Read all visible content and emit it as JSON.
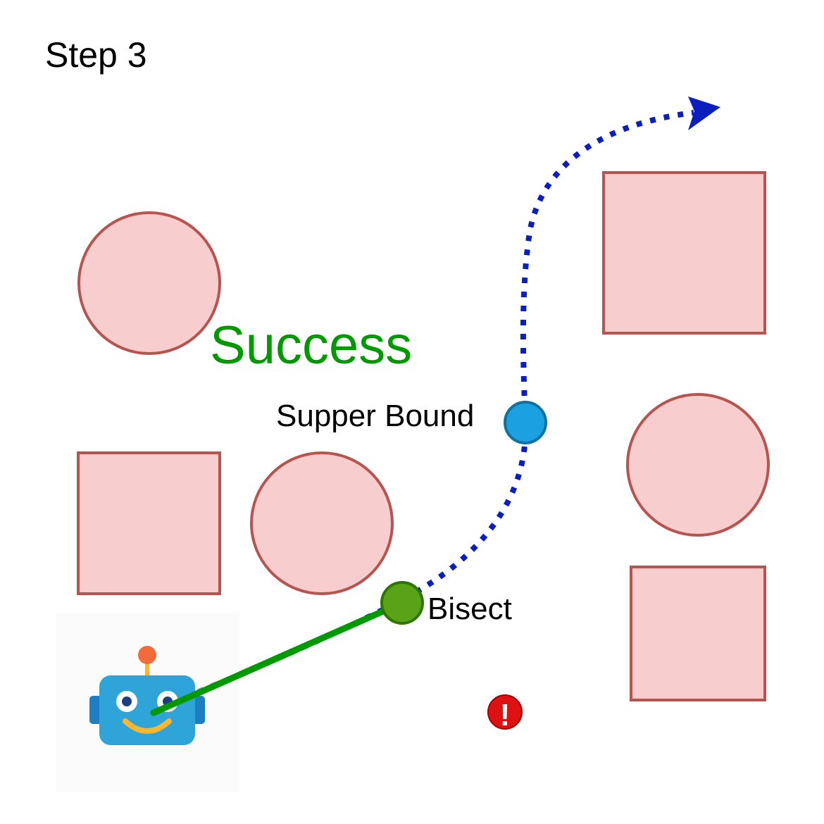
{
  "step_label": "Step 3",
  "status_label": "Success",
  "upper_bound_label": "Supper Bound",
  "bisect_label": "Bisect",
  "warning_glyph": "!",
  "colors": {
    "obstacle_fill": "#f8cdcd",
    "obstacle_stroke": "#b85450",
    "path": "#0b1fbf",
    "success_text": "#009900",
    "bisect_line": "#009900",
    "bisect_point": "#5aa317",
    "upper_bound_point": "#1ba1e2",
    "robot_body": "#2ea4d8",
    "robot_antenna": "#f26b3a",
    "robot_smile": "#f7b731",
    "warning": "#dd1111"
  },
  "icons": {
    "robot": "robot-icon",
    "warning": "warning-icon"
  }
}
